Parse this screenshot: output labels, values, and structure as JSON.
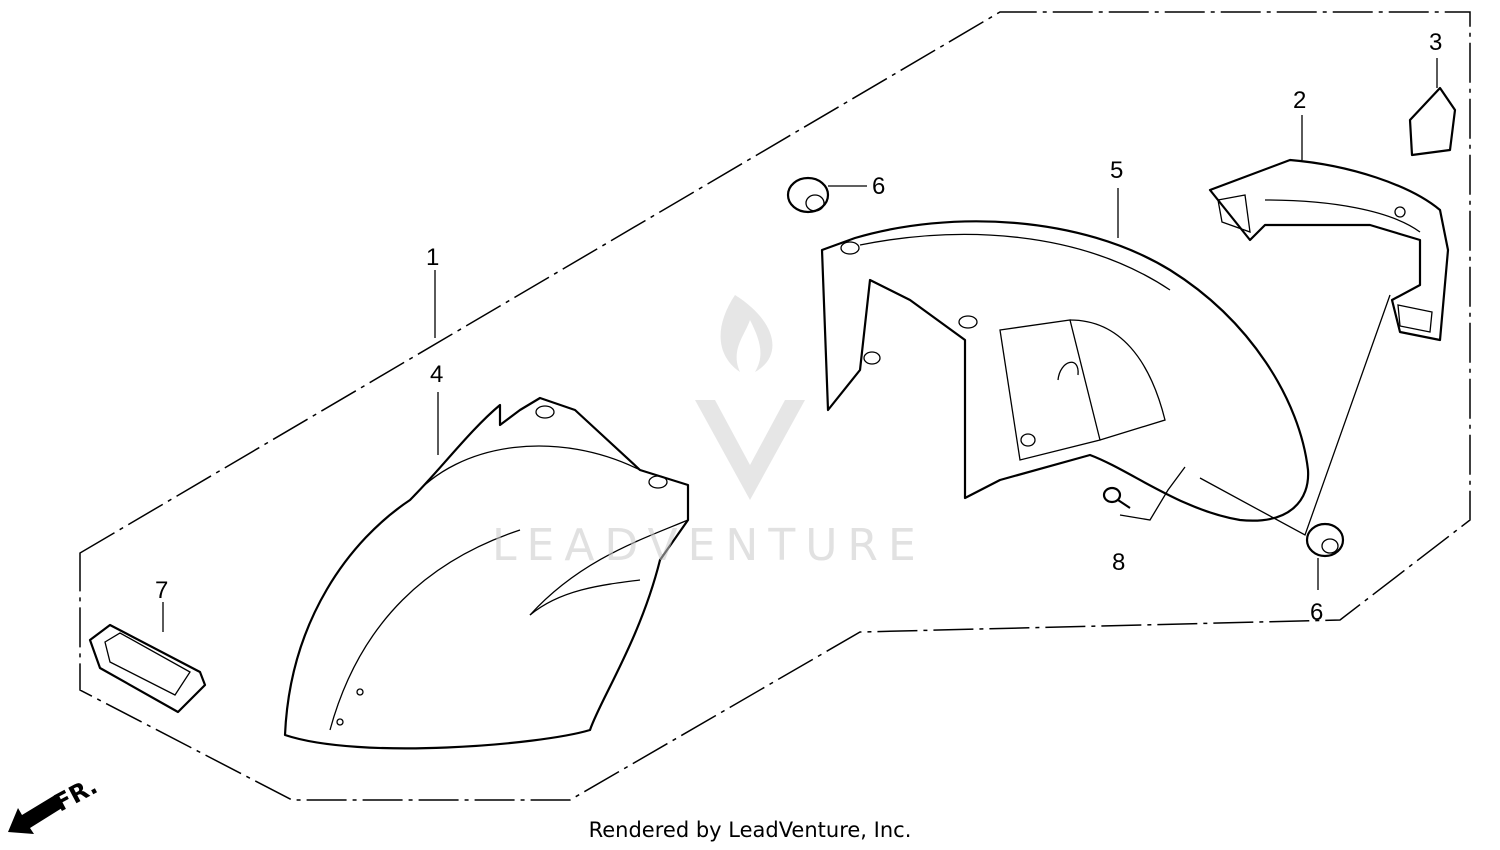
{
  "diagram": {
    "callouts": [
      "1",
      "2",
      "3",
      "4",
      "5",
      "6",
      "6",
      "7",
      "8"
    ],
    "direction_label": "FR.",
    "watermark": "LEADVENTURE",
    "line_color": "#000000",
    "background": "#ffffff"
  },
  "footer": {
    "text": "Rendered by LeadVenture, Inc."
  }
}
